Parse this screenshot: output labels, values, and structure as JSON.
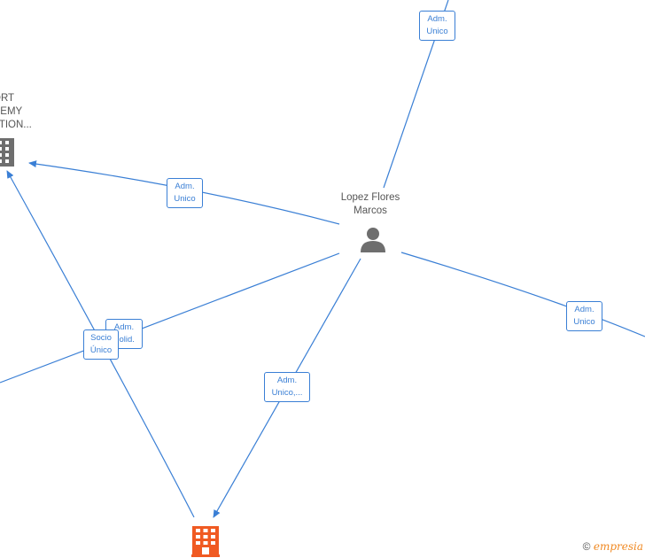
{
  "nodes": {
    "person": {
      "name": "Lopez Flores\nMarcos"
    },
    "company_left": {
      "name": "ORT\nDEMY\nATION..."
    },
    "company_bottom": {
      "name": ""
    }
  },
  "edges": [
    {
      "label": "Adm.\nUnico"
    },
    {
      "label": "Adm.\nUnico"
    },
    {
      "label": "Adm.\nUnico"
    },
    {
      "label": "Adm.\nSolid."
    },
    {
      "label": "Socio\nÚnico"
    },
    {
      "label": "Adm.\nUnico,..."
    }
  ],
  "footer": {
    "copyright": "©",
    "brand": "empresia"
  },
  "colors": {
    "edge": "#3a7fd5",
    "company_highlight": "#f05a22",
    "company_default": "#6e6e6e",
    "person": "#6e6e6e"
  }
}
